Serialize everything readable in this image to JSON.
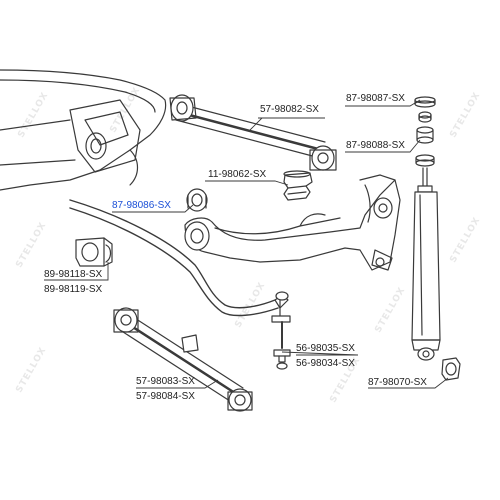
{
  "diagram": {
    "watermark_text": "STELLOX",
    "colors": {
      "line": "#3a3a3a",
      "label": "#222222",
      "highlight": "#1a4fd6",
      "watermark": "#e8e8e8"
    },
    "part_numbers": {
      "upper_arm_top": "57-98082-SX",
      "top_nut": "87-98087-SX",
      "top_bushing": "87-98088-SX",
      "bump_stop": "11-98062-SX",
      "highlighted_bushing": "87-98086-SX",
      "stabilizer_bushing_a": "89-98118-SX",
      "stabilizer_bushing_b": "89-98119-SX",
      "link_a": "56-98035-SX",
      "link_b": "56-98034-SX",
      "lower_arm_a": "57-98083-SX",
      "lower_arm_b": "57-98084-SX",
      "shock_bushing": "87-98070-SX"
    }
  }
}
